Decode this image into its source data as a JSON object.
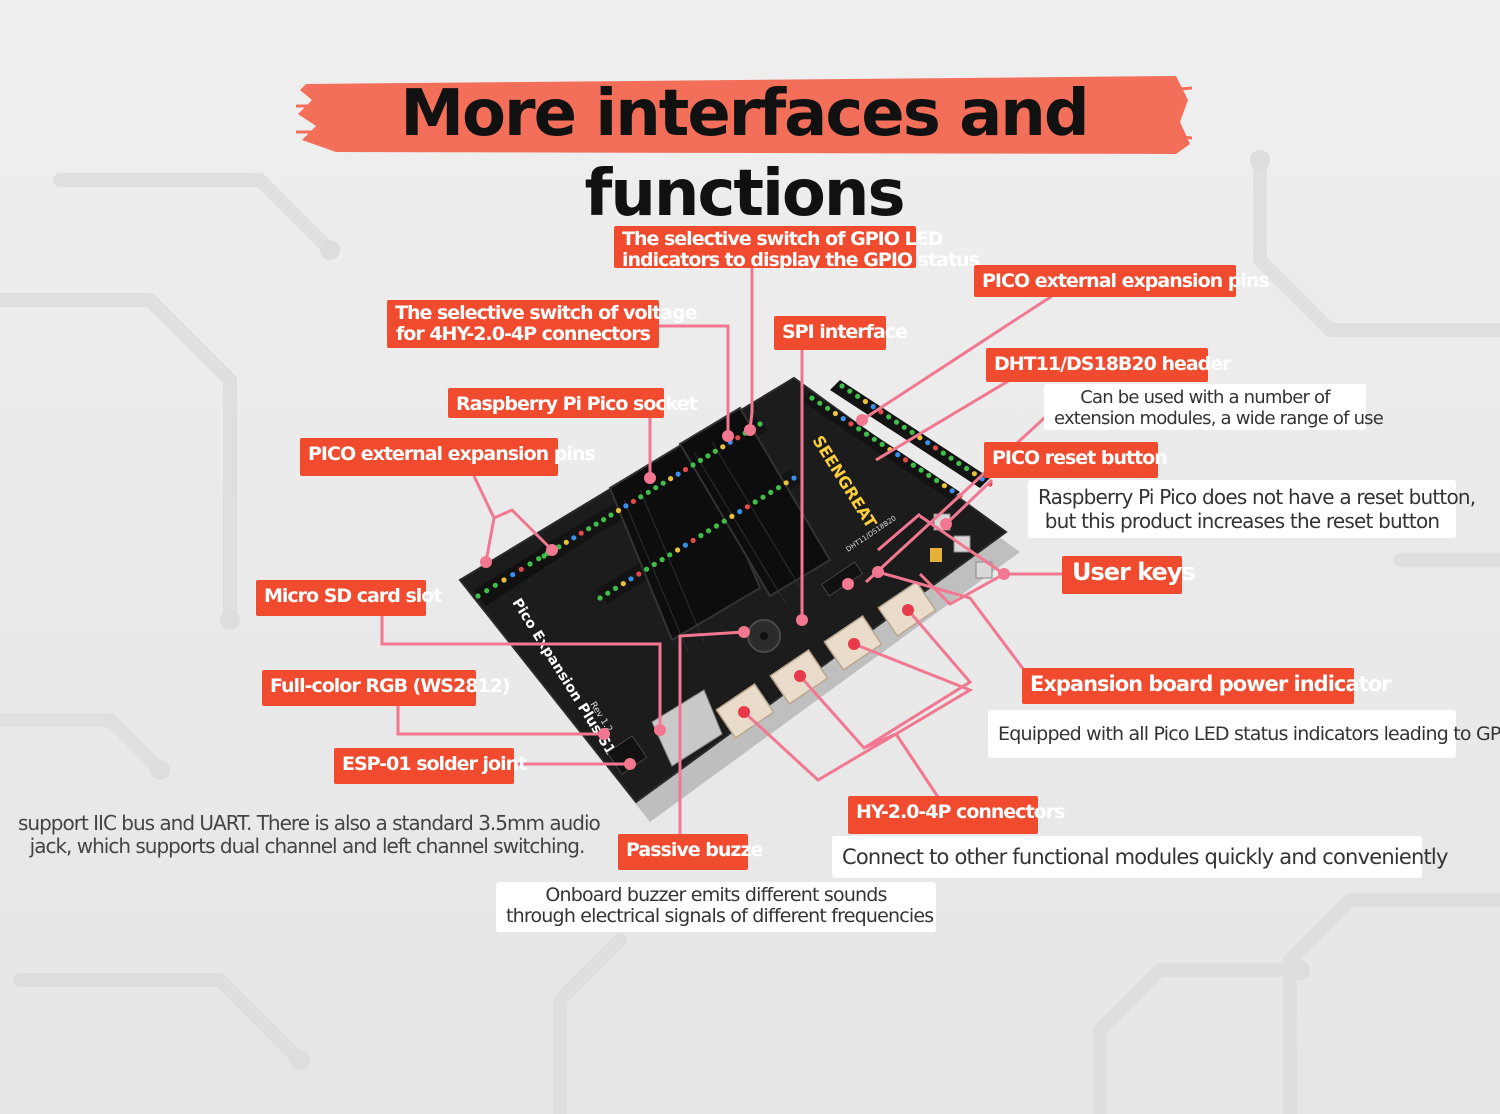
{
  "title": "More interfaces and functions",
  "board": {
    "model": "Pico Expansion Plus S1",
    "revision": "Rev 1.2",
    "brand": "SEENGREAT",
    "header_label": "DHT11/DS18B20"
  },
  "colors": {
    "accent": "#f04a2f",
    "title_brush": "#f36f5a",
    "leader_line": "#f27891",
    "pcb": "#1c1c1c",
    "background": "#ececec"
  },
  "labels": {
    "gpio_led_switch": [
      "The selective switch of GPIO LED",
      "indicators to display the GPIO status"
    ],
    "voltage_switch": [
      "The selective switch of voltage",
      "for 4HY-2.0-4P connectors"
    ],
    "pico_pins_top": "PICO external expansion pins",
    "spi": "SPI interface",
    "dht_header": "DHT11/DS18B20 header",
    "pico_socket": "Raspberry Pi Pico socket",
    "pico_pins_left": "PICO external expansion pins",
    "reset_button": "PICO reset button",
    "user_keys": "User keys",
    "micro_sd": "Micro SD card slot",
    "rgb": "Full-color RGB (WS2812)",
    "esp01": "ESP-01 solder joint",
    "power_indicator": "Expansion board power indicator",
    "hy_connectors": "HY-2.0-4P connectors",
    "buzzer": "Passive buzze"
  },
  "notes": {
    "dht": [
      "Can be used with a number of",
      "extension modules, a wide range of use"
    ],
    "reset": [
      "Raspberry Pi Pico does not have a reset button,",
      "but this product increases the reset button"
    ],
    "power": "Equipped with all Pico LED status indicators leading to GPIO",
    "hy": "Connect to other functional modules quickly and conveniently",
    "buzzer": [
      "Onboard buzzer emits different sounds",
      "through electrical signals of different frequencies"
    ],
    "bus": [
      "support IIC bus and UART. There is also a standard 3.5mm audio",
      "jack, which supports dual channel and left channel switching."
    ]
  }
}
